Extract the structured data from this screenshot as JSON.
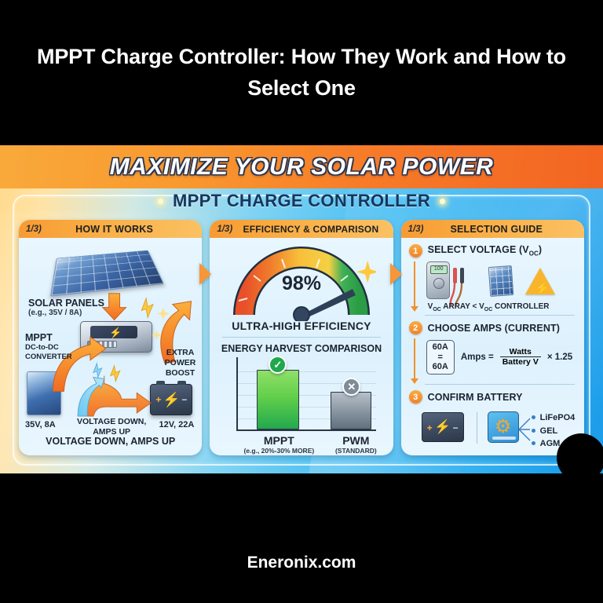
{
  "page": {
    "title": "MPPT Charge Controller: How They Work and How to Select One",
    "footer_link": "Eneronix.com"
  },
  "infographic": {
    "banner": "MAXIMIZE YOUR SOLAR POWER",
    "subtitle": "MPPT CHARGE CONTROLLER",
    "colors": {
      "banner_orange": "#f77a28",
      "panel_header_orange": "#f9ad44",
      "panel_bg_blue": "#e3f3fd",
      "accent_green": "#22a94f",
      "accent_gray": "#8b97a3",
      "heading_navy": "#17365d"
    },
    "panels": [
      {
        "step": "1/3)",
        "title": "HOW IT WORKS",
        "labels": {
          "solar": "SOLAR PANELS",
          "solar_sub": "(e.g., 35V / 8A)",
          "mppt": "MPPT",
          "mppt_sub": "DC-to-DC\nCONVERTER",
          "extra": "EXTRA\nPOWER\nBOOST",
          "input": "35V, 8A",
          "middle": "VOLTAGE DOWN,\nAMPS UP",
          "output": "12V, 22A",
          "bottom": "VOLTAGE DOWN, AMPS UP"
        }
      },
      {
        "step": "1/3)",
        "title": "EFFICIENCY & COMPARISON",
        "gauge_value": "98%",
        "gauge_caption": "ULTRA-HIGH EFFICIENCY",
        "chart_heading": "ENERGY HARVEST COMPARISON"
      },
      {
        "step": "1/3)",
        "title": "SELECTION GUIDE",
        "steps": [
          {
            "num": "1",
            "title": "SELECT VOLTAGE (V",
            "title_sub": "OC",
            "title_end": ")",
            "note_a": "V",
            "note_a_sub": "OC",
            "note_b": " ARRAY < V",
            "note_b_sub": "OC",
            "note_c": " CONTROLLER"
          },
          {
            "num": "2",
            "title": "CHOOSE AMPS (CURRENT)",
            "chip": "60A\n=\n60A",
            "formula_lhs": "Amps =",
            "formula_num": "Watts",
            "formula_den": "Battery V",
            "formula_mult": "× 1.25"
          },
          {
            "num": "3",
            "title": "CONFIRM BATTERY",
            "chemistries": [
              "LiFePO4",
              "GEL",
              "AGM"
            ]
          }
        ]
      }
    ]
  },
  "chart_data": {
    "type": "bar",
    "title": "ENERGY HARVEST COMPARISON",
    "categories": [
      "MPPT",
      "PWM"
    ],
    "category_sublabels": [
      "(e.g., 20%-30% MORE)",
      "(STANDARD)"
    ],
    "values": [
      100,
      75
    ],
    "series": [
      {
        "name": "Energy Harvest",
        "values": [
          100,
          75
        ]
      }
    ],
    "xlabel": "",
    "ylabel": "",
    "ylim": [
      0,
      115
    ],
    "grid": true,
    "legend": "none",
    "annotations": [
      {
        "category": "MPPT",
        "badge": "check",
        "color": "#1fa84c"
      },
      {
        "category": "PWM",
        "badge": "cross",
        "color": "#7e8c99"
      }
    ],
    "gauge": {
      "type": "gauge",
      "value": 98,
      "unit": "%",
      "label": "ULTRA-HIGH EFFICIENCY",
      "range": [
        0,
        100
      ],
      "arc_colors": [
        "#e8502a",
        "#f5a02c",
        "#f7d23b",
        "#2fae4c"
      ]
    }
  }
}
